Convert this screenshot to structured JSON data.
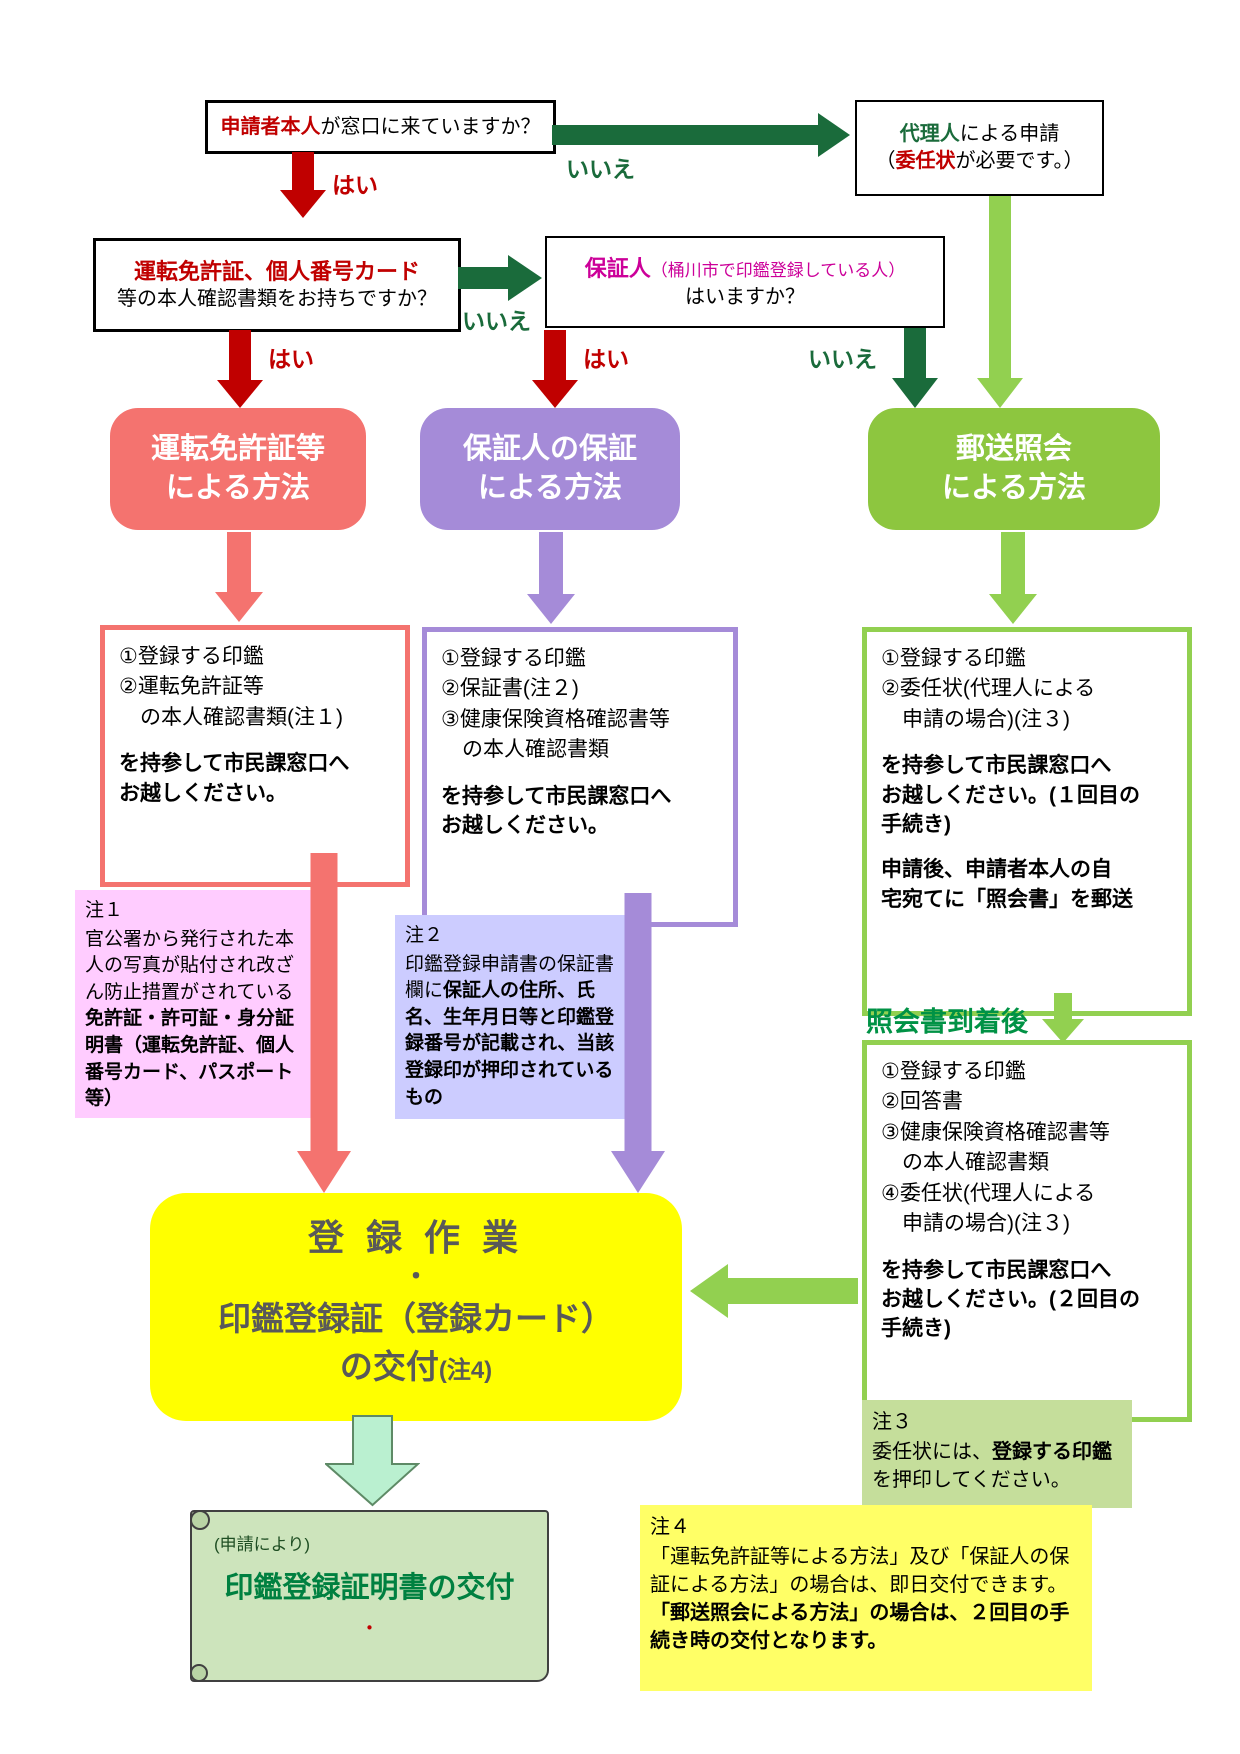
{
  "labels": {
    "yes": "はい",
    "no": "いいえ"
  },
  "q1": {
    "emph": "申請者本人",
    "rest": "が窓口に来ていますか？"
  },
  "proxy": {
    "emph": "代理人",
    "rest": "による申請",
    "paren_open": "（",
    "emph2": "委任状",
    "rest2": "が必要です。）"
  },
  "q2": {
    "line1": "運転免許証、個人番号カード",
    "line2": "等の本人確認書類をお持ちですか？"
  },
  "q3": {
    "emph": "保証人",
    "paren": "（桶川市で印鑑登録している人）",
    "line2": "はいますか？"
  },
  "methods": {
    "license": "運転免許証等\nによる方法",
    "guarantor": "保証人の保証\nによる方法",
    "mail": "郵送照会\nによる方法"
  },
  "detail_license": {
    "items": "①登録する印鑑\n②運転免許証等\n　の本人確認書類(注１)",
    "message": "を持参して市民課窓口へ\nお越しください。"
  },
  "detail_guarantor": {
    "items": "①登録する印鑑\n②保証書(注２)\n③健康保険資格確認書等\n　の本人確認書類",
    "message": "を持参して市民課窓口へ\nお越しください。"
  },
  "detail_mail_1": {
    "items": "①登録する印鑑\n②委任状(代理人による\n　申請の場合)(注３)",
    "message": "を持参して市民課窓口へ\nお越しください。(１回目の\n手続き)",
    "followup": "申請後、申請者本人の自\n宅宛てに「照会書」を郵送"
  },
  "arrival_label": "照会書到着後",
  "detail_mail_2": {
    "items": "①登録する印鑑\n②回答書\n③健康保険資格確認書等\n　の本人確認書類\n④委任状(代理人による\n　申請の場合)(注３)",
    "message": "を持参して市民課窓口へ\nお越しください。(２回目の\n手続き)"
  },
  "note1": {
    "title": "注１",
    "body": "官公署から発行された本人の写真が貼付され改ざん防止措置がされている",
    "emph": "免許証・許可証・身分証明書（運転免許証、個人番号カード、パスポート等）"
  },
  "note2": {
    "title": "注２",
    "body": "印鑑登録申請書の保証書欄に",
    "emph": "保証人の住所、氏名、生年月日等と印鑑登録番号が記載され、当該登録印が押印されているもの"
  },
  "note3": {
    "title": "注３",
    "body": "委任状には、",
    "emph": "登録する印鑑",
    "body2": "を押印してください。"
  },
  "note4": {
    "title": "注４",
    "body": "「運転免許証等による方法」及び「保証人の保証による方法」の場合は、即日交付できます。",
    "emph": "「郵送照会による方法」の場合は、２回目の手続き時の交付となります。"
  },
  "registration": {
    "line1": "登 録 作 業",
    "dot": "・",
    "line2": "印鑑登録証（登録カード）",
    "line3": "の交付",
    "line3_note": "(注4)"
  },
  "certificate": {
    "sub": "(申請により)",
    "main": "印鑑登録証明書の交付",
    "dot": "・"
  },
  "colors": {
    "red": "#c00000",
    "dark_green": "#1a6b3b",
    "salmon": "#f4736f",
    "purple": "#a58bd8",
    "light_green": "#92d050",
    "method_green": "#8dc63f",
    "magenta": "#cc0099",
    "yellow": "#ffff00",
    "note1_bg": "#ffccff",
    "note2_bg": "#ccccff",
    "note3_bg": "#c5de9b",
    "note4_bg": "#ffff66",
    "mint": "#baf0d0",
    "scroll_bg": "#cde4bc",
    "dark_gray": "#595959",
    "cert_green": "#008040",
    "arrival_green": "#009245"
  }
}
